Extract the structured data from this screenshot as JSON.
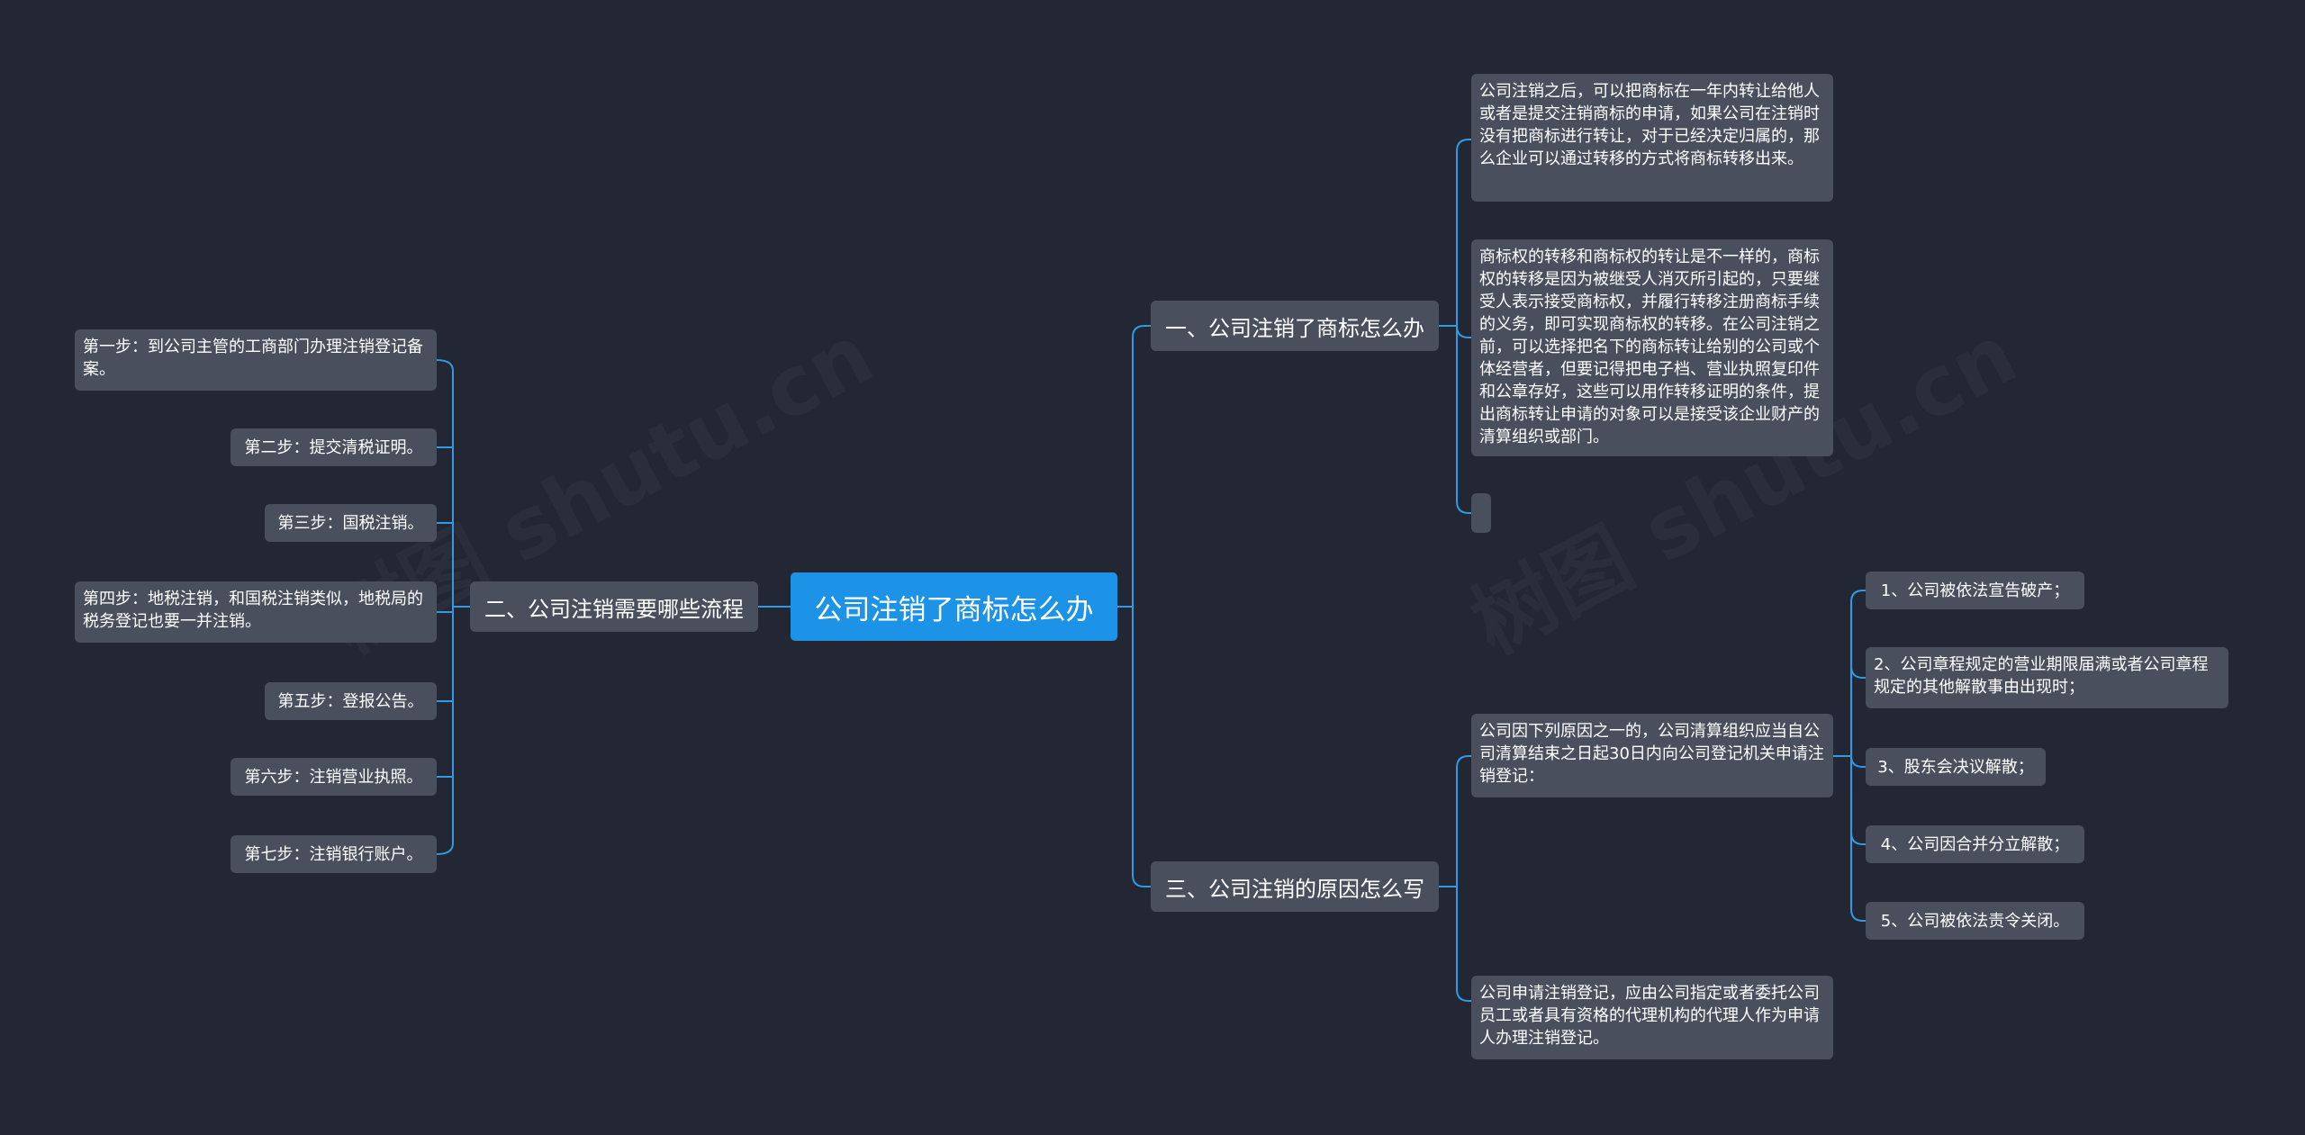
{
  "root": {
    "label": "公司注销了商标怎么办"
  },
  "branches": {
    "b1": {
      "label": "一、公司注销了商标怎么办",
      "leaves": [
        "公司注销之后，可以把商标在一年内转让给他人或者是提交注销商标的申请，如果公司在注销时没有把商标进行转让，对于已经决定归属的，那么企业可以通过转移的方式将商标转移出来。",
        "商标权的转移和商标权的转让是不一样的，商标权的转移是因为被继受人消灭所引起的，只要继受人表示接受商标权，并履行转移注册商标手续的义务，即可实现商标权的转移。在公司注销之前，可以选择把名下的商标转让给别的公司或个体经营者，但要记得把电子档、营业执照复印件和公章存好，这些可以用作转移证明的条件，提出商标转让申请的对象可以是接受该企业财产的清算组织或部门。",
        ""
      ]
    },
    "b2": {
      "label": "二、公司注销需要哪些流程",
      "leaves": [
        "第一步：到公司主管的工商部门办理注销登记备案。",
        "第二步：提交清税证明。",
        "第三步：国税注销。",
        "第四步：地税注销，和国税注销类似，地税局的税务登记也要一并注销。",
        "第五步：登报公告。",
        "第六步：注销营业执照。",
        "第七步：注销银行账户。"
      ]
    },
    "b3": {
      "label": "三、公司注销的原因怎么写",
      "leaves": [
        "公司因下列原因之一的，公司清算组织应当自公司清算结束之日起30日内向公司登记机关申请注销登记：",
        "公司申请注销登记，应由公司指定或者委托公司员工或者具有资格的代理机构的代理人作为申请人办理注销登记。"
      ],
      "reasons": [
        "1、公司被依法宣告破产；",
        "2、公司章程规定的营业期限届满或者公司章程规定的其他解散事由出现时；",
        "3、股东会决议解散；",
        "4、公司因合并分立解散；",
        "5、公司被依法责令关闭。"
      ]
    }
  },
  "watermark": "树图 shutu.cn",
  "colors": {
    "background": "#222733",
    "root": "#1d93e8",
    "node": "#494f5d",
    "connector": "#2f9be6"
  }
}
